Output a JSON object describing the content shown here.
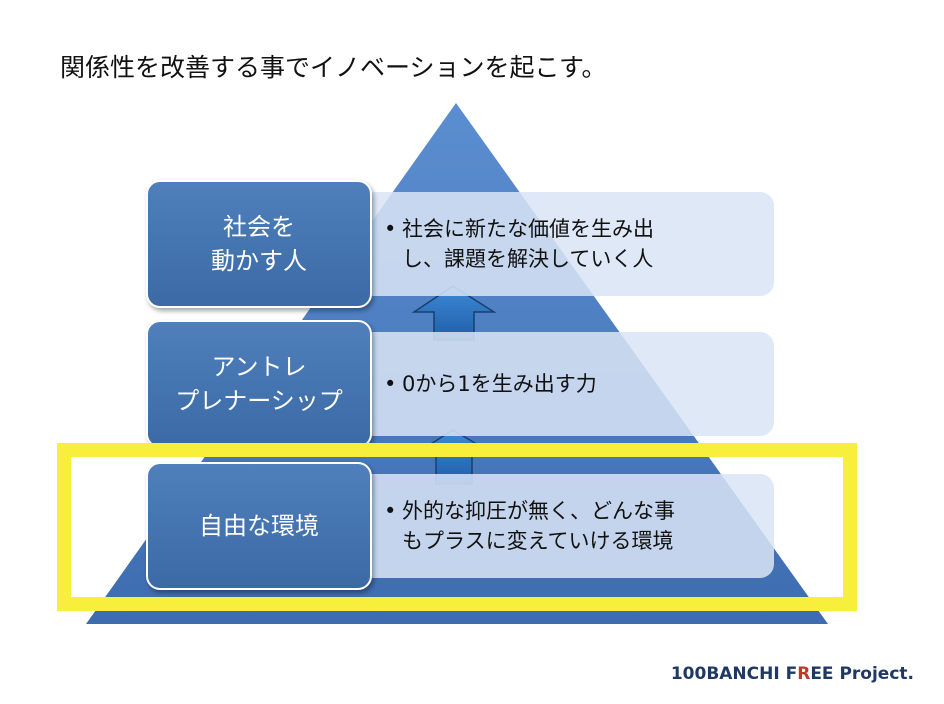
{
  "title": "関係性を改善する事でイノベーションを起こす。",
  "levels": [
    {
      "label_line1": "社会を",
      "label_line2": "動かす人",
      "description_line1": "社会に新たな価値を生み出",
      "description_line2": "し、課題を解決していく人"
    },
    {
      "label_line1": "アントレ",
      "label_line2": "プレナーシップ",
      "description_line1": "0から1を生み出す力",
      "description_line2": ""
    },
    {
      "label_line1": "自由な環境",
      "label_line2": "",
      "description_line1": "外的な抑圧が無く、どんな事",
      "description_line2": "もプラスに変えていける環境"
    }
  ],
  "footer": {
    "part1": "100BANCHI F",
    "part2": "R",
    "part3": "EE Project."
  },
  "colors": {
    "pyramid": "#4f7fc3",
    "arrow": "#2e75b6",
    "highlight": "#f7ef3c",
    "box": "#3f6fab"
  }
}
